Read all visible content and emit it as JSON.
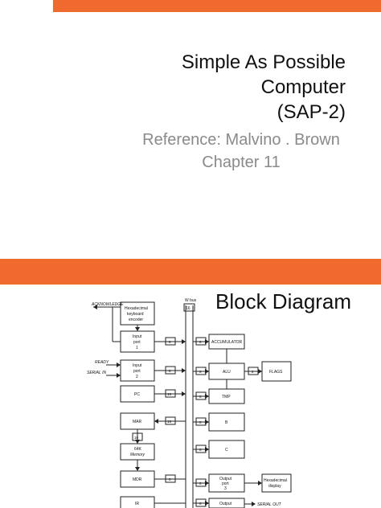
{
  "slide1": {
    "title_lines": [
      "Simple As Possible",
      "Computer",
      "(SAP-2)"
    ],
    "reference": "Reference: Malvino . Brown",
    "chapter": "Chapter 11"
  },
  "slide2": {
    "title": "Block Diagram",
    "diagram": {
      "bus_label": "W bus",
      "bus_width": "16",
      "external_labels": {
        "acknowledge": "ACKNOWLEDGE",
        "ready": "READY",
        "serial_in": "SERIAL IN",
        "serial_out": "SERIAL OUT"
      },
      "left_blocks": {
        "keyboard": [
          "Hexadecimal",
          "keyboard",
          "encoder"
        ],
        "input1": [
          "Input",
          "port",
          "1"
        ],
        "input2": [
          "Input",
          "port",
          "2"
        ],
        "pc": "PC",
        "mar": "MAR",
        "memory": [
          "64K",
          "Memory"
        ],
        "mdr": "MDR",
        "ir": "IR"
      },
      "right_blocks": {
        "accumulator": "ACCUMULATOR",
        "alu": "ALU",
        "flags": "FLAGS",
        "tmp": "TMP",
        "b": "B",
        "c": "C",
        "output3": [
          "Output",
          "port",
          "3"
        ],
        "hex_display": [
          "Hexadecimal",
          "display"
        ],
        "output4": "Output"
      },
      "widths": {
        "input1": "8",
        "input2": "8",
        "accumulator": "8",
        "alu": "8",
        "flags": "2",
        "pc": "16",
        "tmp": "8",
        "mar": "16",
        "b": "8",
        "mem": "16",
        "c": "8",
        "output3": "8",
        "mdr": "8",
        "output4": "8"
      }
    }
  }
}
